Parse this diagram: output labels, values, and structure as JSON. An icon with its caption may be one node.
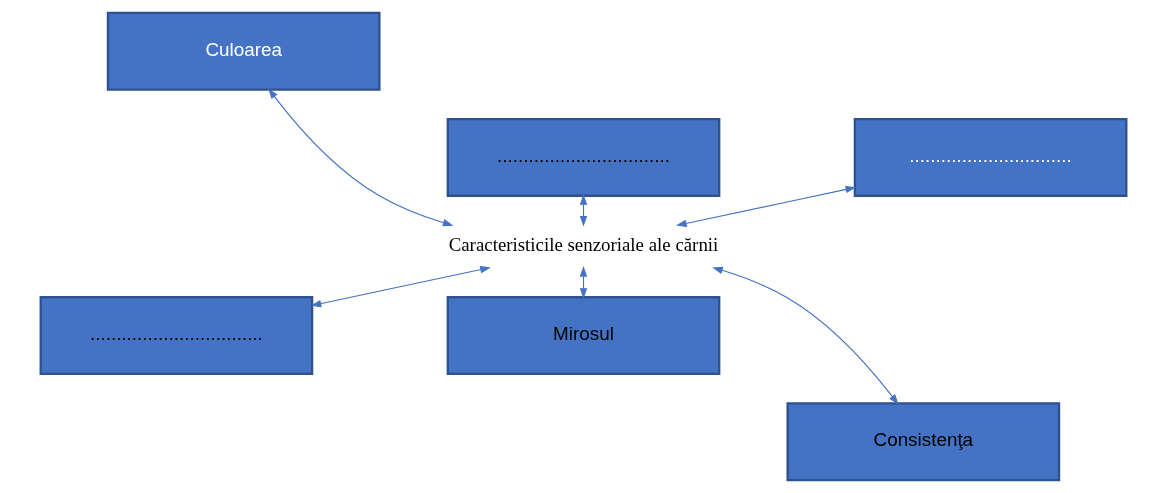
{
  "diagram": {
    "nodes": [
      {
        "text": [
          "Culoarea"
        ]
      },
      {
        "text": [
          "................................."
        ]
      },
      {
        "text": [
          "..............................."
        ]
      },
      {
        "text": [
          "Caracteristicile senzoriale ale cărnii"
        ]
      },
      {
        "text": [
          "Mirosul"
        ]
      },
      {
        "text": [
          "................................."
        ]
      },
      {
        "text": [
          "Consistenţa"
        ]
      }
    ],
    "edges": [
      {
        "from": 3,
        "to": 0,
        "arrow": "both"
      },
      {
        "from": 3,
        "to": 1,
        "arrow": "both"
      },
      {
        "from": 3,
        "to": 2,
        "arrow": "both"
      },
      {
        "from": 3,
        "to": 4,
        "arrow": "both"
      },
      {
        "from": 3,
        "to": 5,
        "arrow": "both"
      },
      {
        "from": 3,
        "to": 6,
        "arrow": "both"
      }
    ]
  }
}
